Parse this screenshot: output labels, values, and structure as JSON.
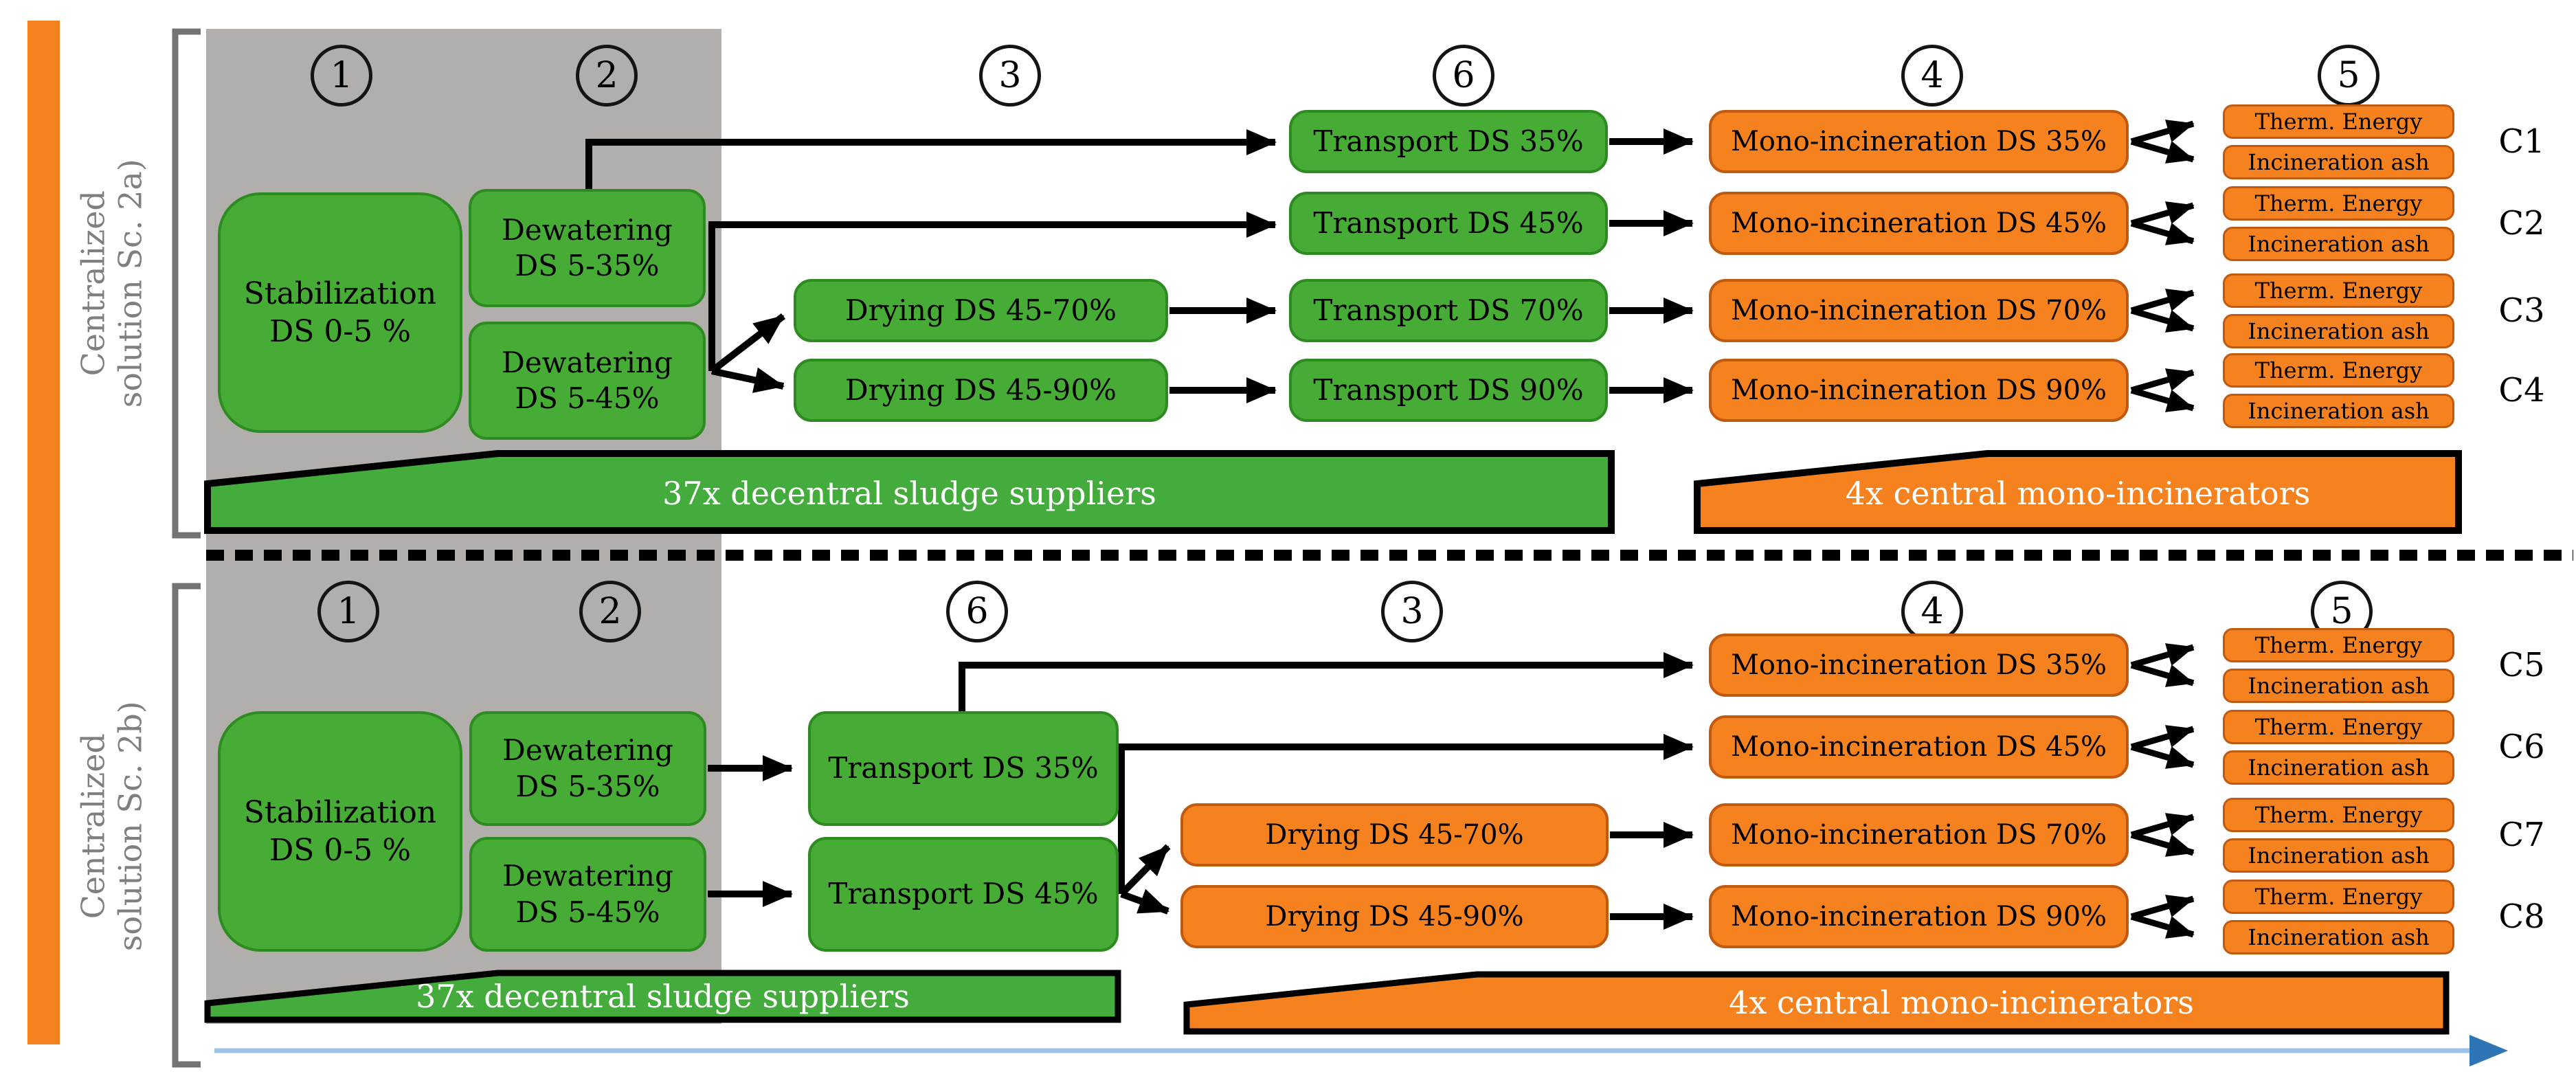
{
  "colors": {
    "accent_bar": "#F5821F",
    "green_fill": "#46AC35",
    "green_border": "#2E8B22",
    "orange_fill": "#F5821F",
    "orange_border": "#C05A11",
    "gray_panel": "#B2AEAB",
    "bracket_gray": "#737373",
    "side_label_gray": "#7F7F7F",
    "blue_line": "#9DC3E6",
    "blue_arrowhead": "#2E75B6"
  },
  "outputs": {
    "thermal": "Therm. Energy",
    "ash": "Incineration ash"
  },
  "sc2a": {
    "side_label_1": "Centralized",
    "side_label_2": "solution Sc. 2a)",
    "step_numbers": [
      "1",
      "2",
      "3",
      "6",
      "4",
      "5"
    ],
    "stabilization_1": "Stabilization",
    "stabilization_2": "DS 0-5 %",
    "dewatering_label": "Dewatering",
    "dewatering_1_range": "DS 5-35%",
    "dewatering_2_range": "DS 5-45%",
    "drying": [
      "Drying DS 45-70%",
      "Drying DS 45-90%"
    ],
    "transport": [
      "Transport DS 35%",
      "Transport DS 45%",
      "Transport DS 70%",
      "Transport DS 90%"
    ],
    "mono": [
      "Mono-incineration DS 35%",
      "Mono-incineration DS 45%",
      "Mono-incineration DS 70%",
      "Mono-incineration DS 90%"
    ],
    "chains": [
      "C1",
      "C2",
      "C3",
      "C4"
    ],
    "banner_green": "37x decentral sludge suppliers",
    "banner_orange": "4x central mono-incinerators"
  },
  "sc2b": {
    "side_label_1": "Centralized",
    "side_label_2": "solution Sc. 2b)",
    "step_numbers": [
      "1",
      "2",
      "6",
      "3",
      "4",
      "5"
    ],
    "stabilization_1": "Stabilization",
    "stabilization_2": "DS 0-5 %",
    "dewatering_label": "Dewatering",
    "dewatering_1_range": "DS 5-35%",
    "dewatering_2_range": "DS 5-45%",
    "transport": [
      "Transport DS 35%",
      "Transport DS 45%"
    ],
    "drying": [
      "Drying DS 45-70%",
      "Drying DS 45-90%"
    ],
    "mono": [
      "Mono-incineration DS 35%",
      "Mono-incineration DS 45%",
      "Mono-incineration DS 70%",
      "Mono-incineration DS 90%"
    ],
    "chains": [
      "C5",
      "C6",
      "C7",
      "C8"
    ],
    "banner_green": "37x decentral sludge suppliers",
    "banner_orange": "4x central mono-incinerators"
  }
}
